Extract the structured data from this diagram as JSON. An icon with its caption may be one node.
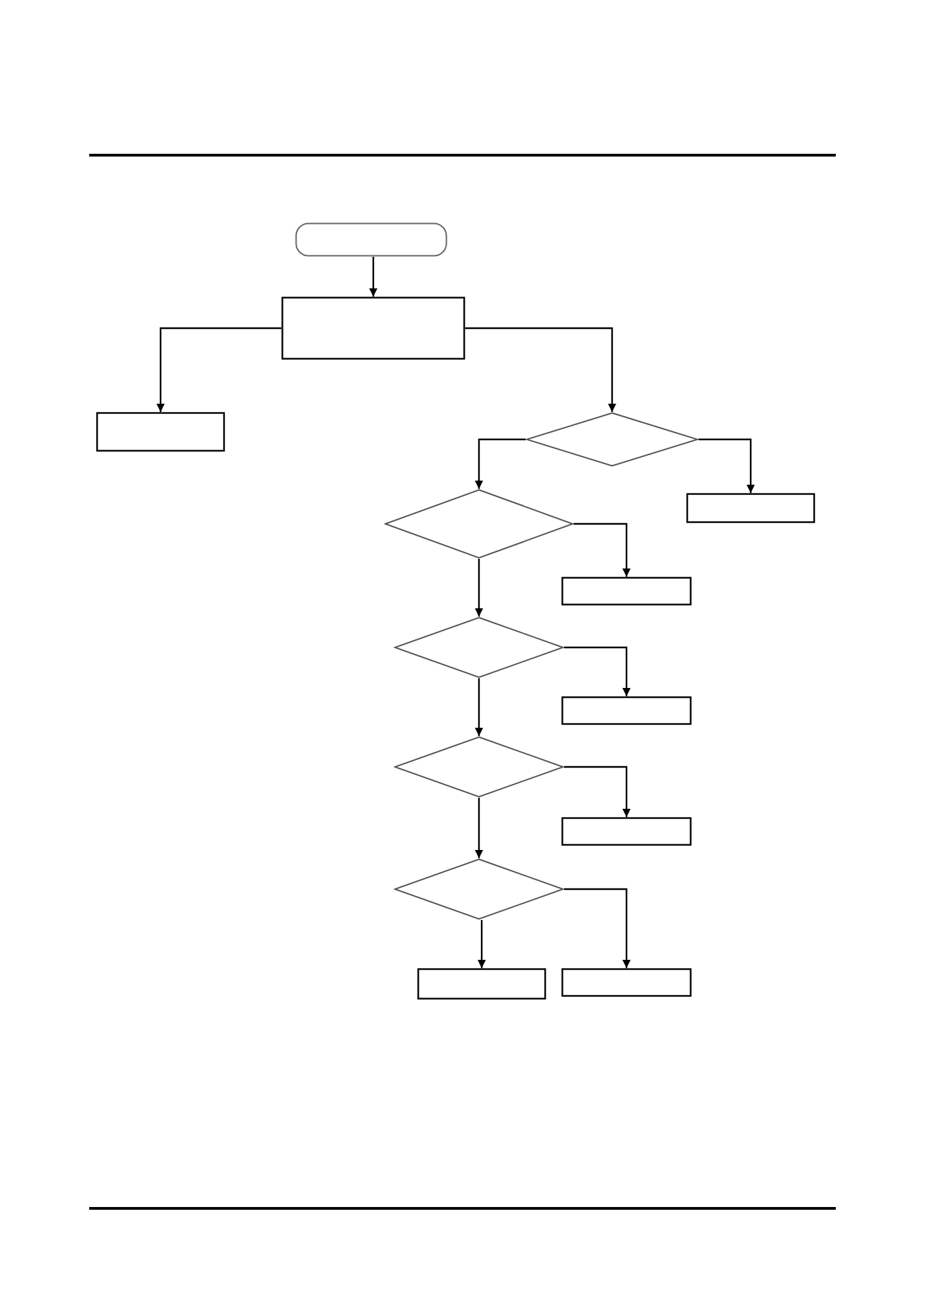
{
  "diagram": {
    "nodes": [
      {
        "text": [],
        "shape": "capsule"
      },
      {
        "text": [],
        "shape": "box"
      },
      {
        "text": [],
        "shape": "box"
      },
      {
        "text": [],
        "shape": "diamond"
      },
      {
        "text": [],
        "shape": "diamond"
      },
      {
        "text": [],
        "shape": "box"
      },
      {
        "text": [],
        "shape": "box"
      },
      {
        "text": [],
        "shape": "diamond"
      },
      {
        "text": [],
        "shape": "box"
      },
      {
        "text": [],
        "shape": "diamond"
      },
      {
        "text": [],
        "shape": "box"
      },
      {
        "text": [],
        "shape": "diamond"
      },
      {
        "text": [],
        "shape": "box"
      },
      {
        "text": [],
        "shape": "box"
      }
    ],
    "edges": [
      {
        "from": 0,
        "to": 1,
        "arrow": "to"
      },
      {
        "from": 1,
        "to": 2,
        "arrow": "to"
      },
      {
        "from": 1,
        "to": 3,
        "arrow": "to"
      },
      {
        "from": 3,
        "to": 4,
        "arrow": "to"
      },
      {
        "from": 3,
        "to": 5,
        "arrow": "to"
      },
      {
        "from": 4,
        "to": 6,
        "arrow": "to"
      },
      {
        "from": 4,
        "to": 7,
        "arrow": "to"
      },
      {
        "from": 7,
        "to": 8,
        "arrow": "to"
      },
      {
        "from": 7,
        "to": 9,
        "arrow": "to"
      },
      {
        "from": 9,
        "to": 10,
        "arrow": "to"
      },
      {
        "from": 9,
        "to": 11,
        "arrow": "to"
      },
      {
        "from": 11,
        "to": 12,
        "arrow": "to"
      },
      {
        "from": 11,
        "to": 13,
        "arrow": "to"
      }
    ]
  }
}
